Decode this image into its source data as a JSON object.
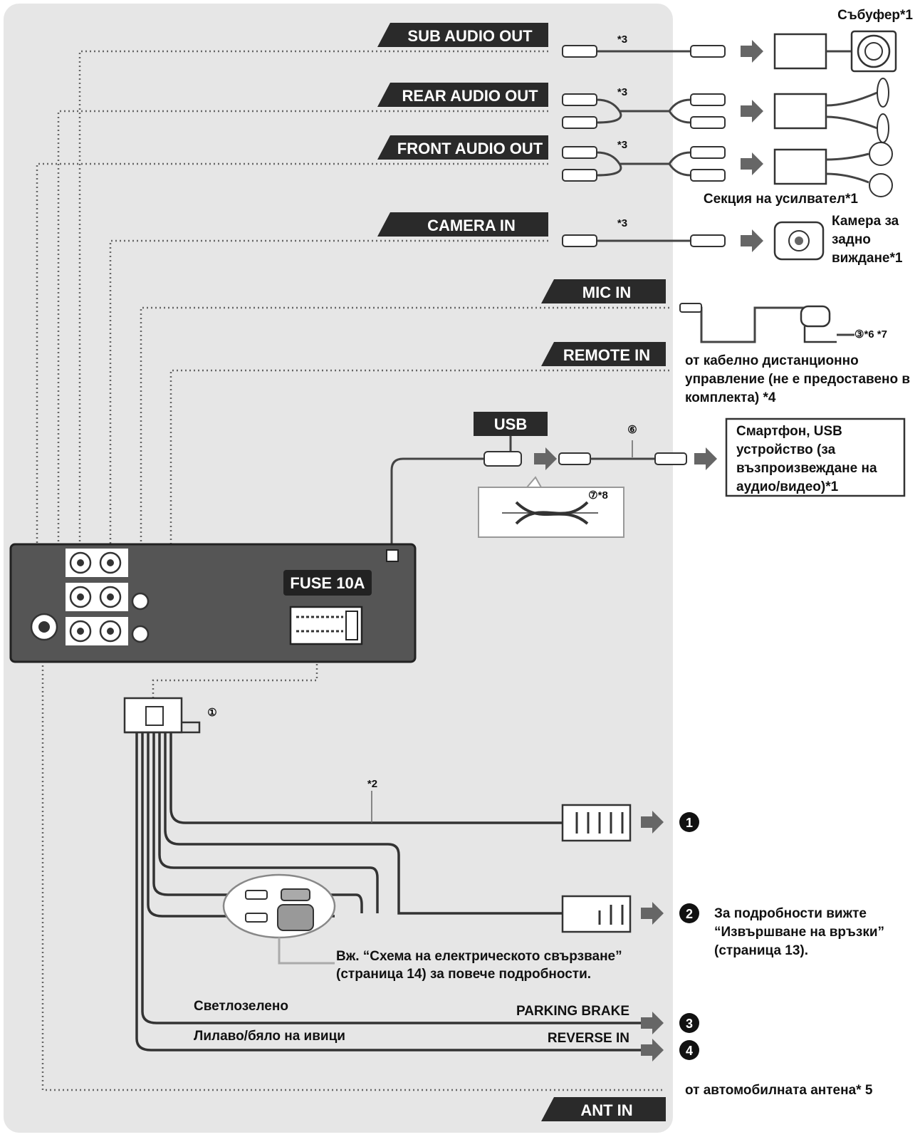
{
  "outputs": {
    "sub_audio_out": "SUB AUDIO OUT",
    "rear_audio_out": "REAR AUDIO OUT",
    "front_audio_out": "FRONT AUDIO OUT",
    "camera_in": "CAMERA IN",
    "mic_in": "MIC IN",
    "remote_in": "REMOTE IN",
    "usb": "USB",
    "fuse": "FUSE 10A",
    "ant_in": "ANT IN",
    "parking_brake": "PARKING BRAKE",
    "reverse_in": "REVERSE IN"
  },
  "devices": {
    "subwoofer": "Събуфер*1",
    "amplifier_section": "Секция на усилвател*1",
    "rear_camera_line1": "Камера за",
    "rear_camera_line2": "задно",
    "rear_camera_line3": "виждане*1",
    "remote_line1": "от кабелно дистанционно",
    "remote_line2": "управление (не е предоставено в",
    "remote_line3": "комплекта) *4",
    "smartphone_line1": "Смартфон, USB",
    "smartphone_line2": "устройство (за",
    "smartphone_line3": "възпроизвеждане на",
    "smartphone_line4": "аудио/видео)*1",
    "antenna": "от автомобилната антена* 5"
  },
  "notes": {
    "star3": "*3",
    "star2": "*2",
    "mic_ref": "③*6 *7",
    "usb_ref": "⑥",
    "usb_cable_ref": "⑦*8",
    "harness_ref": "①",
    "see_scheme_line1": "Вж. “Схема на електрическото свързване”",
    "see_scheme_line2": "(страница 14) за повече подробности.",
    "details_line1": "За подробности вижте",
    "details_line2": "“Извършване на връзки”",
    "details_line3": "(страница 13).",
    "light_green": "Светлозелено",
    "purple_white": "Лилаво/бяло на ивици"
  },
  "markers": [
    "1",
    "2",
    "3",
    "4"
  ]
}
